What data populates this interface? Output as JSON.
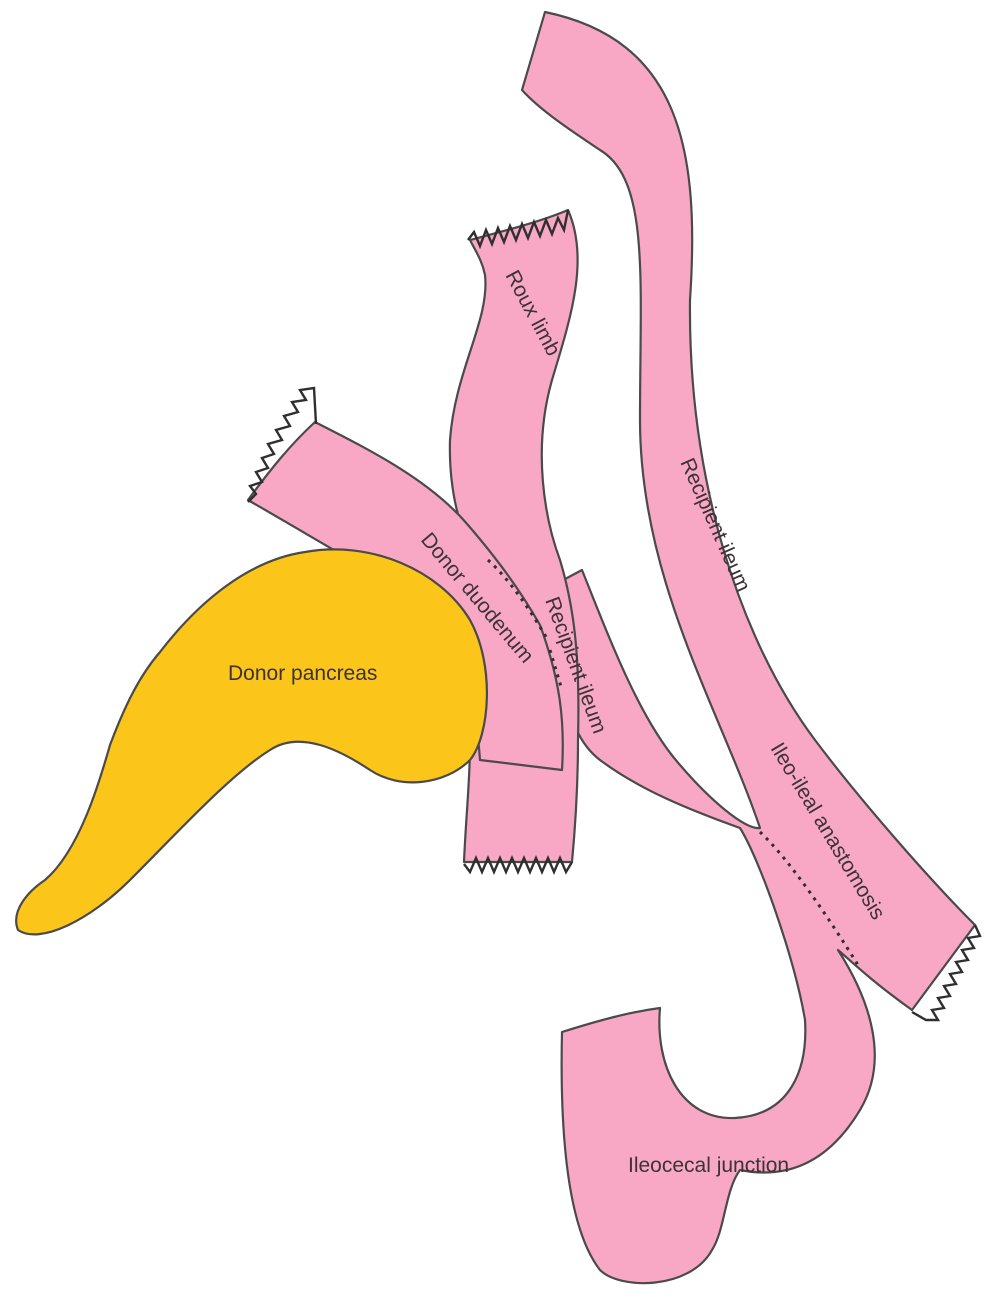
{
  "colors": {
    "bowel": "#f8a8c4",
    "pancreas": "#fbc51a",
    "outline": "#4a4a4a",
    "text": "#3d3336"
  },
  "labels": {
    "roux_limb": "Roux limb",
    "recipient_ileum_upper": "Recipient ileum",
    "donor_duodenum": "Donor duodenum",
    "recipient_ileum_lower": "Recipient ileum",
    "donor_pancreas": "Donor pancreas",
    "ileo_ileal_anastomosis": "Ileo-ileal anastomosis",
    "ileocecal_junction": "Ileocecal junction"
  }
}
